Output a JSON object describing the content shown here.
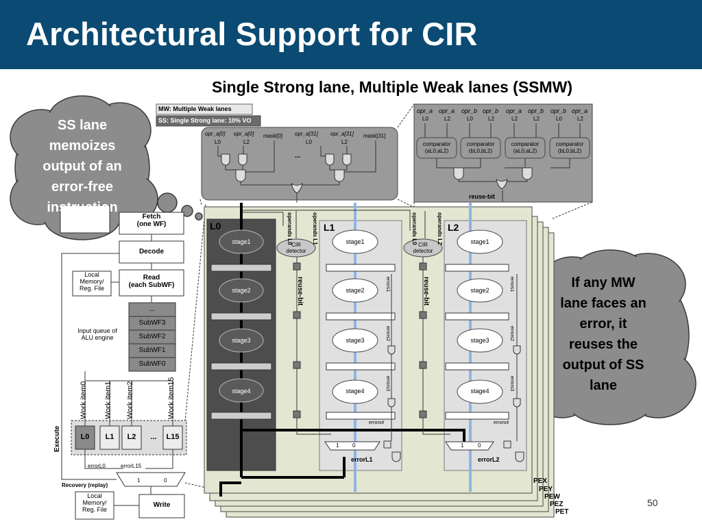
{
  "slide": {
    "title": "Architectural Support for CIR",
    "subtitle": "Single Strong lane, Multiple Weak lanes (SSMW)",
    "page_number": "50"
  },
  "callouts": {
    "left": [
      "SS lane",
      "memoizes",
      "output of an",
      "error-free",
      "instruction"
    ],
    "right": [
      "If any MW",
      "lane faces an",
      "error, it",
      "reuses the",
      "output of SS",
      "lane"
    ]
  },
  "legend": {
    "mw": "MW: Multiple Weak lanes",
    "ss": "SS: Single Strong lane: 10% VO"
  },
  "pipeline": {
    "fetch": [
      "Fetch",
      "(one WF)"
    ],
    "decode": "Decode",
    "read": [
      "Read",
      "(each SubWF)"
    ],
    "local_memory": [
      "Local",
      "Memory/",
      "Reg. File"
    ],
    "input_queue": [
      "Input queue of",
      "ALU engine"
    ],
    "subwf": [
      "...",
      "SubWF3",
      "SubWF2",
      "SubWF1",
      "SubWF0"
    ],
    "work_items": [
      "Work item0",
      "Work item1",
      "Work item2",
      "Work item15"
    ],
    "execute": "Execute",
    "lanes": [
      "L0",
      "L1",
      "L2",
      "...",
      "L15"
    ],
    "errors": [
      "errorL0",
      "errorL15"
    ],
    "recovery": "Recovery (replay)",
    "mux": [
      "1",
      "0"
    ],
    "write": "Write",
    "local_memory_bottom": [
      "Local",
      "Memory/",
      "Reg. File"
    ]
  },
  "mask_panel": {
    "groups": [
      {
        "a": "opr_a[0]",
        "b": "opr_a[0]",
        "mask": "mask[0]"
      },
      {
        "a": "opr_a[31]",
        "b": "opr_a[31]",
        "mask": "mask[31]"
      }
    ],
    "lane_labels": [
      "L0",
      "L2",
      "L0",
      "L2"
    ],
    "ellipsis": "..."
  },
  "comparator_panel": {
    "inputs": [
      "opr_a",
      "opr_a",
      "opr_b",
      "opr_b",
      "opr_a",
      "opr_b",
      "opr_b",
      "opr_a"
    ],
    "lanes": [
      "L0",
      "L2",
      "L0",
      "L2",
      "L2",
      "L2",
      "L0",
      "L2"
    ],
    "comparators": [
      {
        "name": "comparator",
        "args": "(aL0,aL2)"
      },
      {
        "name": "comparator",
        "args": "(bL0,bL2)"
      },
      {
        "name": "comparator",
        "args": "(aL0,aL2)"
      },
      {
        "name": "comparator",
        "args": "(bL0,bL2)"
      }
    ],
    "output": "reuse-bit"
  },
  "pe_stack": {
    "lanes": {
      "l0": "L0",
      "l1": "L1",
      "l2": "L2"
    },
    "stages": [
      "stage1",
      "stage2",
      "stage3",
      "stage4"
    ],
    "operands": [
      "operands L0",
      "operands L1",
      "operands L0",
      "operands L2"
    ],
    "cir_detector": "CIR detector",
    "reuse_bit": "reuse-bit",
    "lane_errors": [
      "errors1",
      "errors2",
      "errors3",
      "errors4"
    ],
    "error_l1": "errorL1",
    "error_l2": "errorL2",
    "pe_labels": [
      "PEX",
      "PEY",
      "PEW",
      "PEZ",
      "PET"
    ]
  },
  "colors": {
    "header": "#0b4a72",
    "cloud": "#8c8c8c",
    "panel": "#9a9a9a",
    "pe_bg": "#e3e7d2",
    "ss_lane": "#4d4d4d",
    "mw_lane": "#e0e0e0",
    "blue_line": "#8fb4e3"
  }
}
